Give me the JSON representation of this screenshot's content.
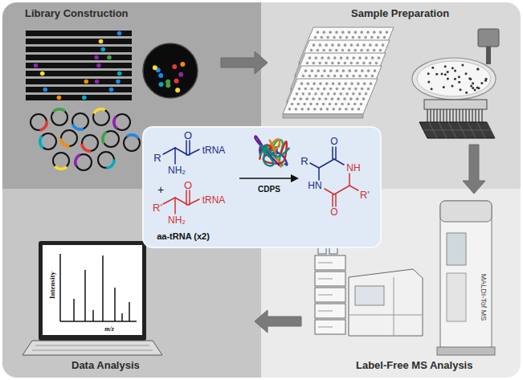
{
  "diagram": {
    "nodes": [
      {
        "text": [
          "Library Construction"
        ]
      },
      {
        "text": [
          "Sample Preparation"
        ]
      },
      {
        "text": [
          "Data Analysis"
        ]
      },
      {
        "text": [
          "Label-Free MS Analysis"
        ]
      }
    ],
    "edges": [
      {
        "from": 0,
        "to": 1,
        "arrow": "to"
      },
      {
        "from": 1,
        "to": 3,
        "arrow": "to"
      },
      {
        "from": 3,
        "to": 2,
        "arrow": "to"
      }
    ],
    "labels": [
      "R",
      "O",
      "tRNA",
      "NH₂",
      "+",
      "R'",
      "O",
      "tRNA",
      "NH₂",
      "aa-tRNA (x2)",
      "CDPS",
      "O",
      "NH",
      "R",
      "HN",
      "O",
      "R'",
      "MALDI-Tof MS",
      "Intensity",
      "m/z"
    ]
  }
}
